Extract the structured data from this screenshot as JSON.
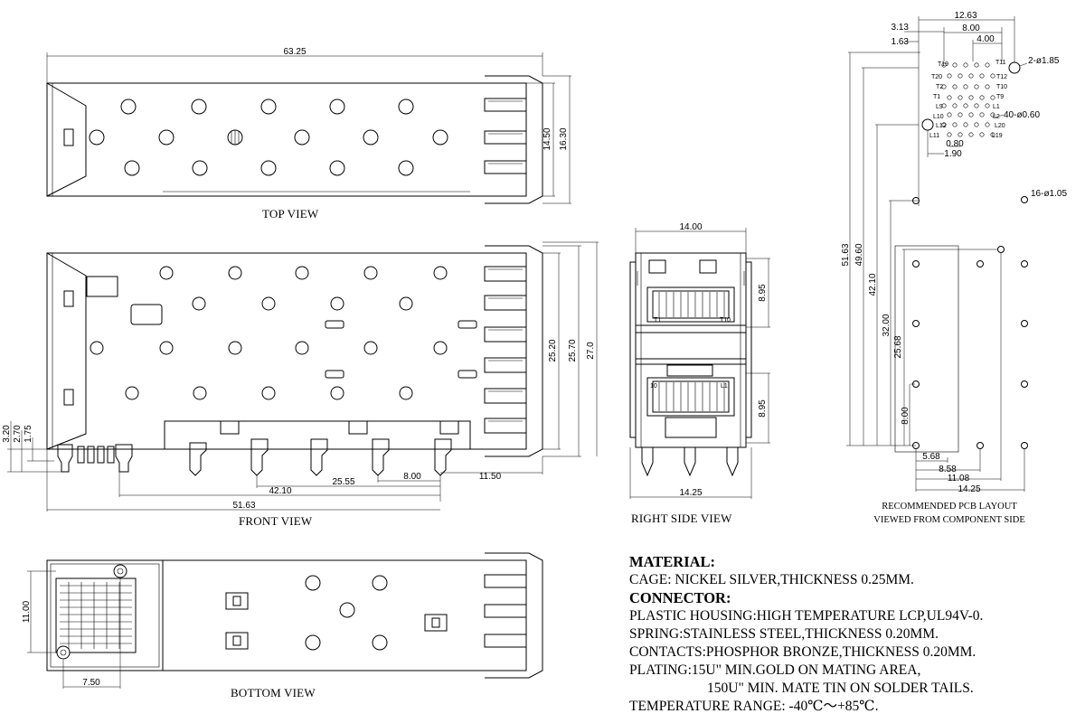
{
  "views": {
    "top": "TOP VIEW",
    "front": "FRONT VIEW",
    "bottom": "BOTTOM VIEW",
    "right": "RIGHT SIDE VIEW",
    "pcb_line1": "RECOMMENDED PCB LAYOUT",
    "pcb_line2": "VIEWED FROM COMPONENT SIDE"
  },
  "dims": {
    "top": [
      "63.25",
      "14.50",
      "16.30"
    ],
    "front": [
      "25.20",
      "25.70",
      "27.0",
      "3.20",
      "2.70",
      "1.75",
      "8.00",
      "11.50",
      "25.55",
      "42.10",
      "51.63"
    ],
    "bottom": [
      "11.00",
      "7.50"
    ],
    "right": [
      "14.00",
      "8.95",
      "8.95",
      "14.25"
    ],
    "pcb": [
      "12.63",
      "3.13",
      "8.00",
      "1.63",
      "4.00",
      "2-ø1.85",
      "40-ø0.60",
      "0.80",
      "1.90",
      "16-ø1.05",
      "51.63",
      "49.60",
      "42.10",
      "32.00",
      "25.68",
      "8.00",
      "5.68",
      "8.58",
      "11.08",
      "14.25"
    ]
  },
  "pins": {
    "right_top": [
      "T1",
      "T10"
    ],
    "right_bottom": [
      "10",
      "L1"
    ],
    "pcb": [
      "T19",
      "T11",
      "T20",
      "T12",
      "T2",
      "T10",
      "T1",
      "T9",
      "L9",
      "L1",
      "L10",
      "L2",
      "L12",
      "L20",
      "L11",
      "L19"
    ]
  },
  "notes": {
    "material_h": "MATERIAL:",
    "cage": "CAGE: NICKEL SILVER,THICKNESS 0.25MM.",
    "connector_h": "CONNECTOR:",
    "housing": "PLASTIC HOUSING:HIGH TEMPERATURE LCP,UL94V-0.",
    "spring": "SPRING:STAINLESS STEEL,THICKNESS 0.20MM.",
    "contacts": "CONTACTS:PHOSPHOR BRONZE,THICKNESS 0.20MM.",
    "plating1": "PLATING:15U\" MIN.GOLD ON MATING AREA,",
    "plating2": "150U\" MIN. MATE TIN ON SOLDER TAILS.",
    "temp": "TEMPERATURE RANGE: -40℃～+85℃."
  }
}
